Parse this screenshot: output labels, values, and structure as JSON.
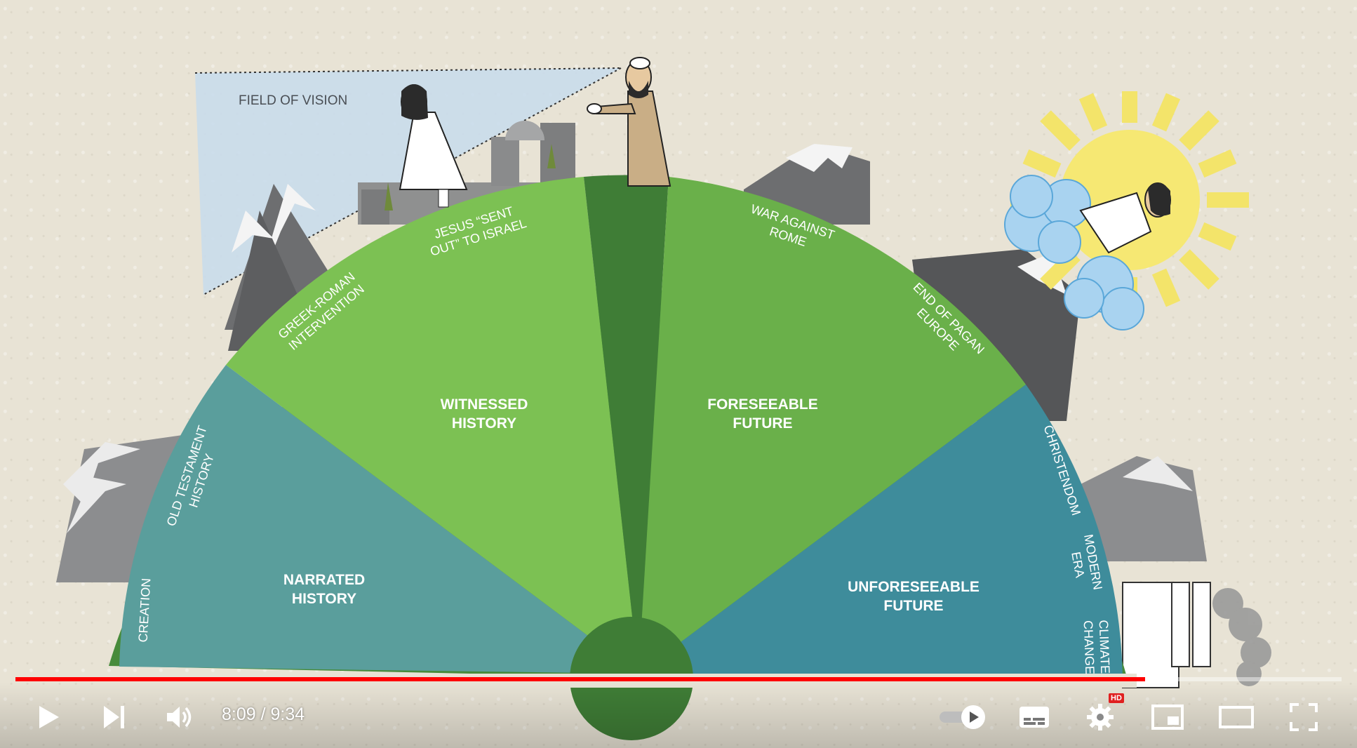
{
  "video": {
    "diagram_labels": {
      "field_of_vision": "FIELD OF VISION",
      "witnessed_history": [
        "WITNESSED",
        "HISTORY"
      ],
      "foreseeable_future": [
        "FORESEEABLE",
        "FUTURE"
      ],
      "narrated_history": [
        "NARRATED",
        "HISTORY"
      ],
      "unforeseeable_future": [
        "UNFORESEEABLE",
        "FUTURE"
      ],
      "jesus_sent_out": [
        "JESUS “SENT",
        "OUT” TO ISRAEL"
      ],
      "greek_roman": [
        "GREEK-ROMAN",
        "INTERVENTION"
      ],
      "war_against_rome": [
        "WAR AGAINST",
        "ROME"
      ],
      "end_of_pagan_europe": [
        "END OF PAGAN",
        "EUROPE"
      ],
      "old_testament": [
        "OLD TESTAMENT",
        "HISTORY"
      ],
      "creation": "CREATION",
      "christendom": "CHRISTENDOM",
      "modern_era": [
        "MODERN",
        "ERA"
      ],
      "climate_change": [
        "CLIMATE",
        "CHANGE"
      ]
    }
  },
  "player": {
    "time_display": "8:09 / 9:34",
    "progress_fraction": 0.852,
    "loaded_fraction": 0.0,
    "hd_badge": "HD",
    "colors": {
      "progress": "#ff0000",
      "controls": "#ffffff"
    },
    "buttons": {
      "play": "play-icon",
      "next": "next-icon",
      "volume": "volume-icon",
      "autoplay": "autoplay-toggle-icon",
      "subtitles": "subtitles-icon",
      "settings": "gear-icon",
      "miniplayer": "miniplayer-icon",
      "theater": "theater-icon",
      "fullscreen": "fullscreen-icon"
    }
  }
}
